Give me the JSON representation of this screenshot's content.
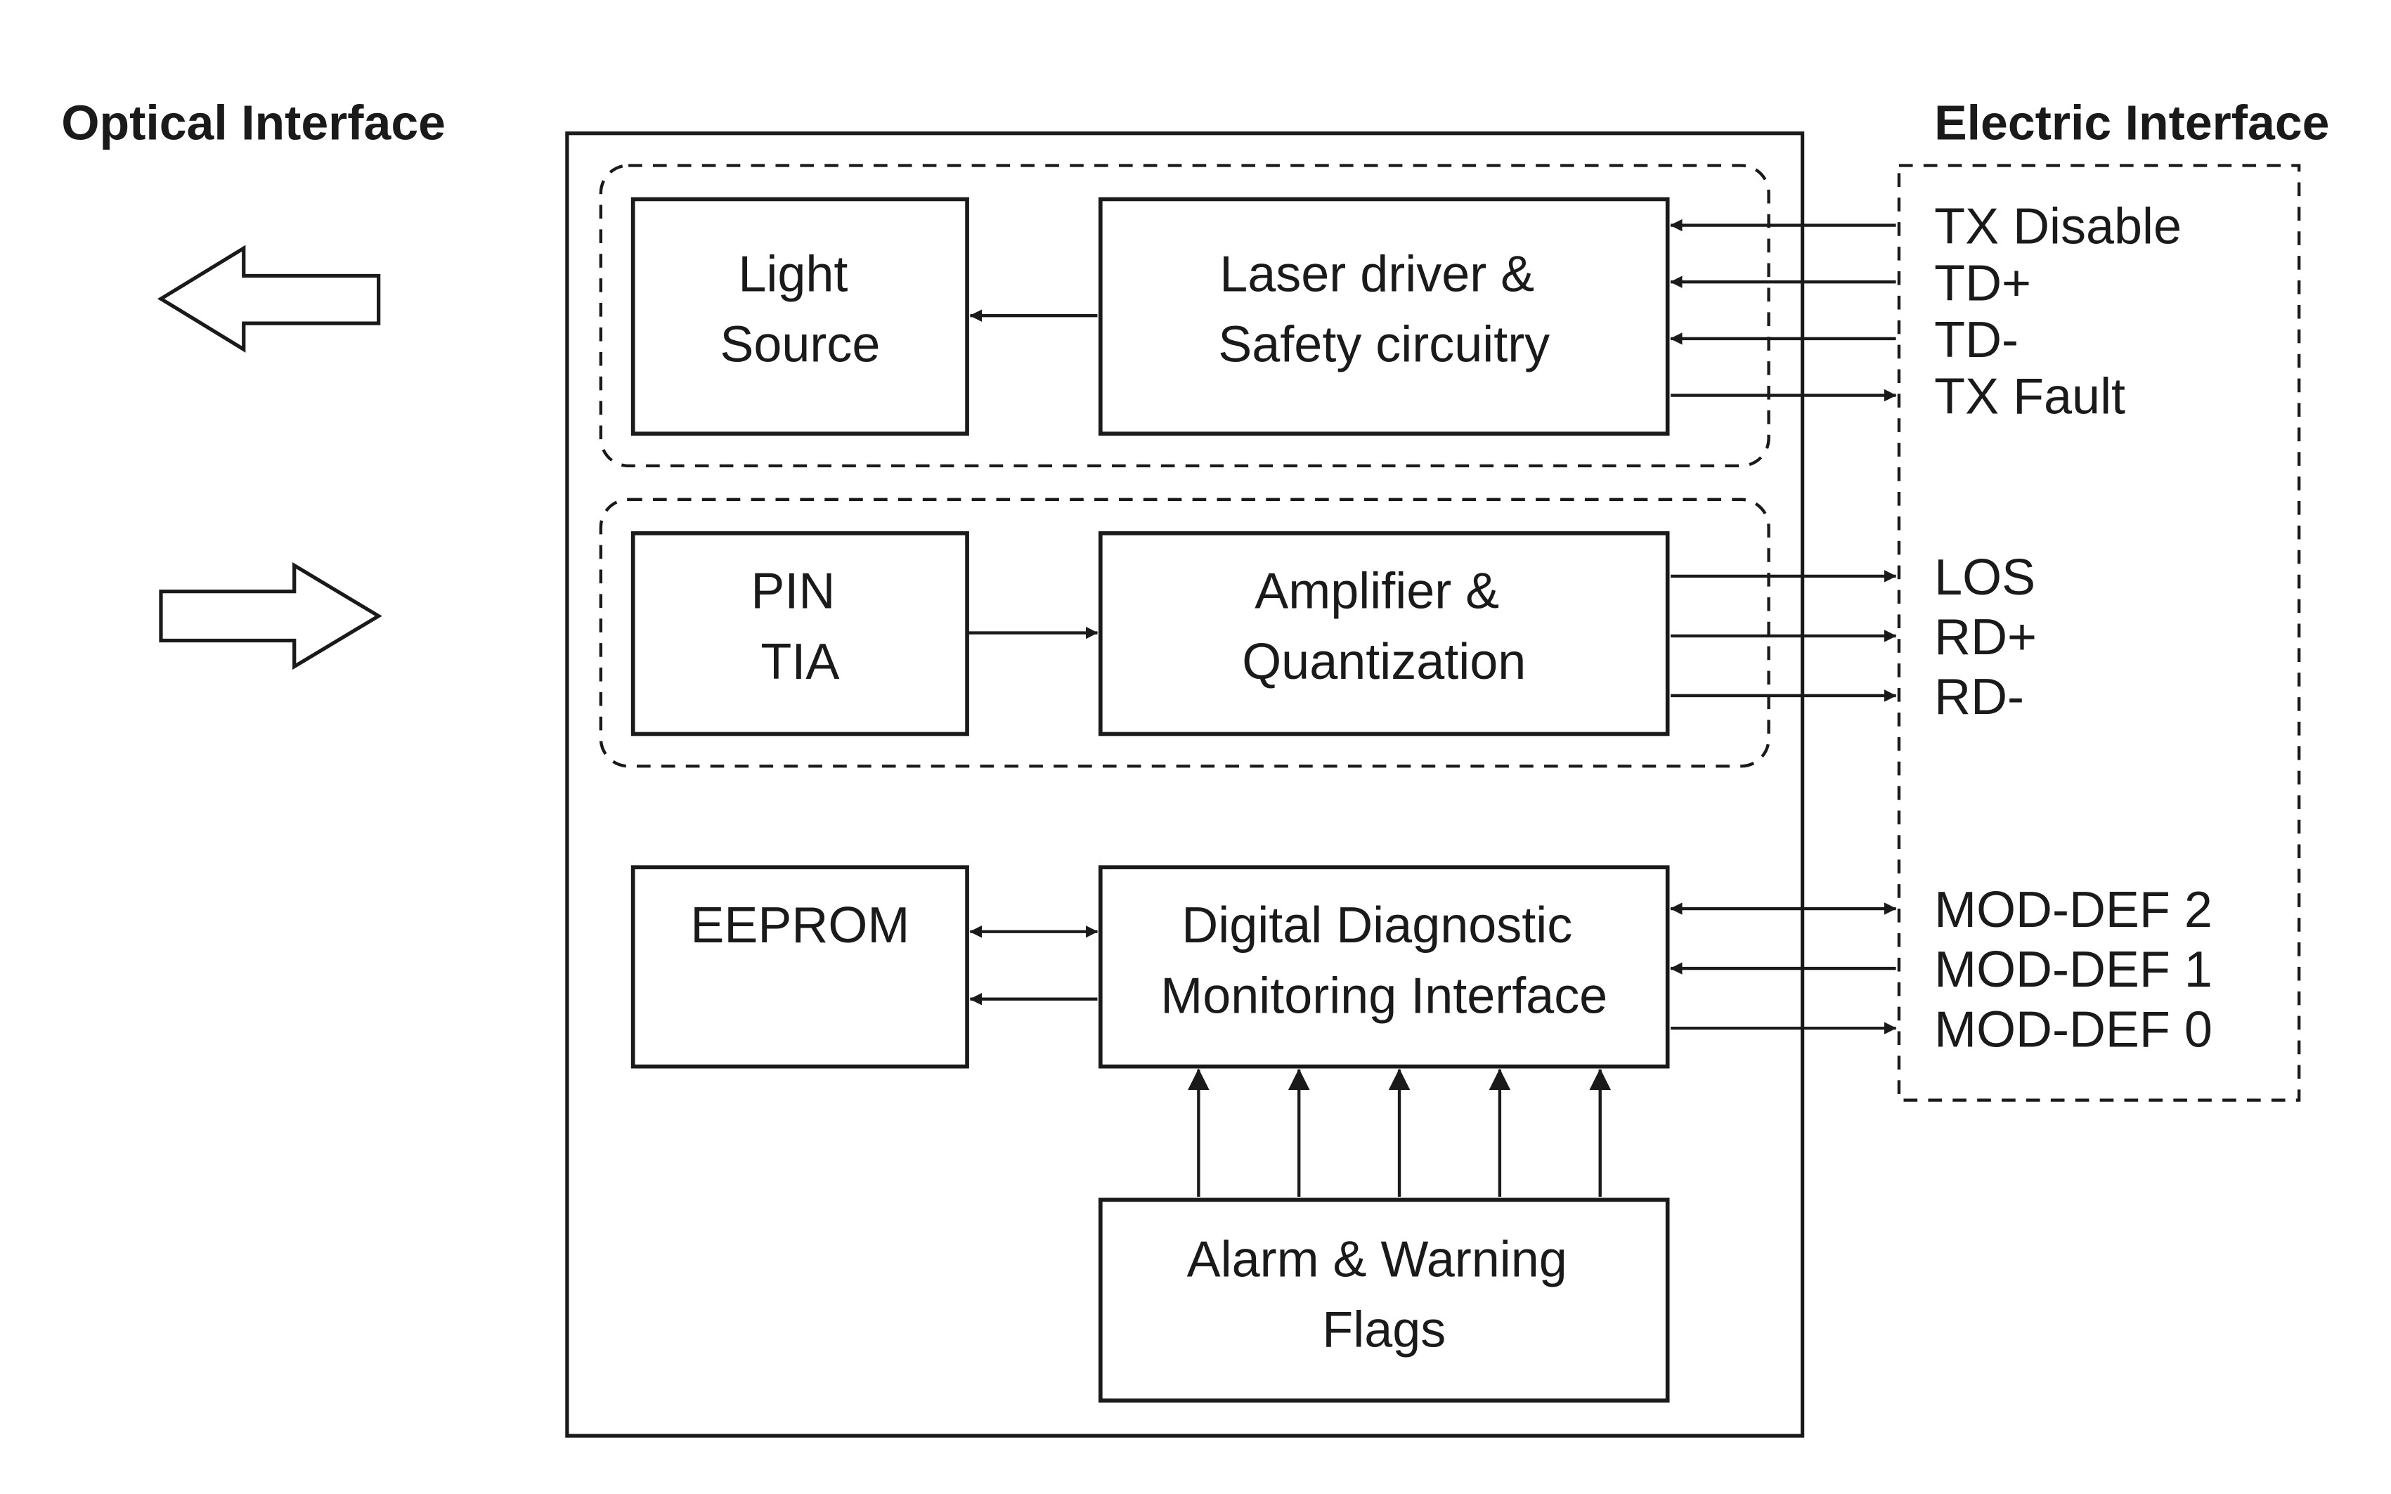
{
  "headings": {
    "optical": "Optical Interface",
    "electric": "Electric Interface"
  },
  "blocks": {
    "light_source": [
      "Light",
      "Source"
    ],
    "laser_driver": [
      "Laser driver &",
      "Safety circuitry"
    ],
    "pin_tia": [
      "PIN",
      "TIA"
    ],
    "amplifier": [
      "Amplifier &",
      "Quantization"
    ],
    "eeprom": [
      "EEPROM"
    ],
    "ddm": [
      "Digital Diagnostic",
      "Monitoring Interface"
    ],
    "alarm": [
      "Alarm & Warning",
      "Flags"
    ]
  },
  "signals": {
    "tx": [
      {
        "label": "TX Disable",
        "direction": "in"
      },
      {
        "label": "TD+",
        "direction": "in"
      },
      {
        "label": "TD-",
        "direction": "in"
      },
      {
        "label": "TX Fault",
        "direction": "out"
      }
    ],
    "rx": [
      {
        "label": "LOS",
        "direction": "out"
      },
      {
        "label": "RD+",
        "direction": "out"
      },
      {
        "label": "RD-",
        "direction": "out"
      }
    ],
    "mod": [
      {
        "label": "MOD-DEF 2",
        "direction": "bidirectional"
      },
      {
        "label": "MOD-DEF 1",
        "direction": "in"
      },
      {
        "label": "MOD-DEF 0",
        "direction": "out"
      }
    ]
  },
  "optical_arrows": [
    {
      "direction": "out",
      "meaning": "transmit"
    },
    {
      "direction": "in",
      "meaning": "receive"
    }
  ],
  "alarm_flag_lines": 5,
  "colors": {
    "ink": "#1a1a1a",
    "background": "#ffffff"
  }
}
